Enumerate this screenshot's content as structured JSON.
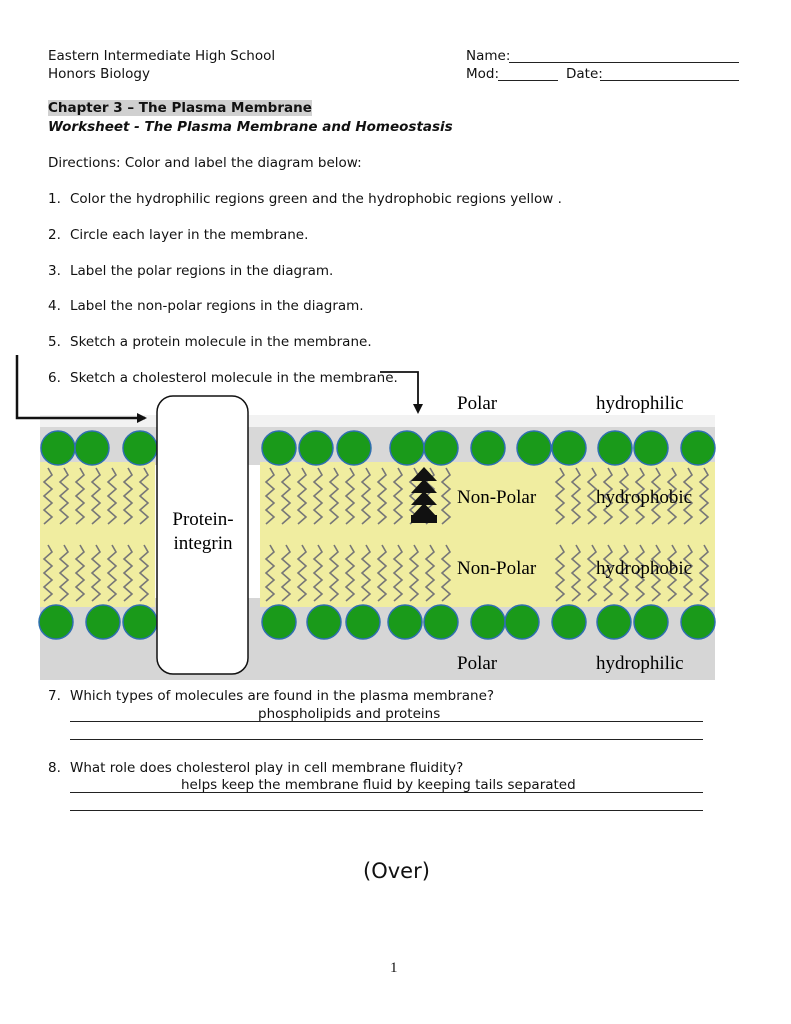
{
  "header": {
    "school": "Eastern Intermediate High School",
    "course": "Honors Biology",
    "name_label": "Name:",
    "mod_label": "Mod:",
    "date_label": "Date:"
  },
  "title": {
    "chapter": "Chapter 3 – The Plasma Membrane",
    "worksheet_prefix": "Worksheet - ",
    "worksheet_title": "The Plasma Membrane and Homeostasis"
  },
  "directions": "Directions: Color and label the diagram below:",
  "steps": [
    {
      "num": "1.",
      "text": "Color the hydrophilic regions green and the hydrophobic regions yellow ."
    },
    {
      "num": "2.",
      "text": "Circle each layer in the membrane."
    },
    {
      "num": "3.",
      "text": "Label the polar regions in the diagram."
    },
    {
      "num": "4.",
      "text": "Label the non-polar regions in the diagram."
    },
    {
      "num": "5.",
      "text": "Sketch a protein molecule in the membrane."
    },
    {
      "num": "6.",
      "text": "Sketch a cholesterol molecule in the membrane."
    }
  ],
  "diagram": {
    "protein_line1": "Protein-",
    "protein_line2": "integrin",
    "labels": [
      {
        "left": "Polar",
        "right": "hydrophilic"
      },
      {
        "left": "Non-Polar",
        "right": "hydrophobic"
      },
      {
        "left": "Non-Polar",
        "right": "hydrophobic"
      },
      {
        "left": "Polar",
        "right": "hydrophilic"
      }
    ],
    "colors": {
      "head": "#1a9a1a",
      "head_stroke": "#2f6fb0",
      "tail_region": "#f0eda0",
      "tail_zigzag": "#777777"
    }
  },
  "questions": [
    {
      "num": "7.",
      "text": "Which types of molecules are found in the plasma membrane?",
      "answer": "phospholipids and proteins"
    },
    {
      "num": "8.",
      "text": "What role does cholesterol play in cell membrane fluidity?",
      "answer": "helps keep the membrane fluid by keeping tails separated"
    }
  ],
  "over": "(Over)",
  "page_number": "1"
}
